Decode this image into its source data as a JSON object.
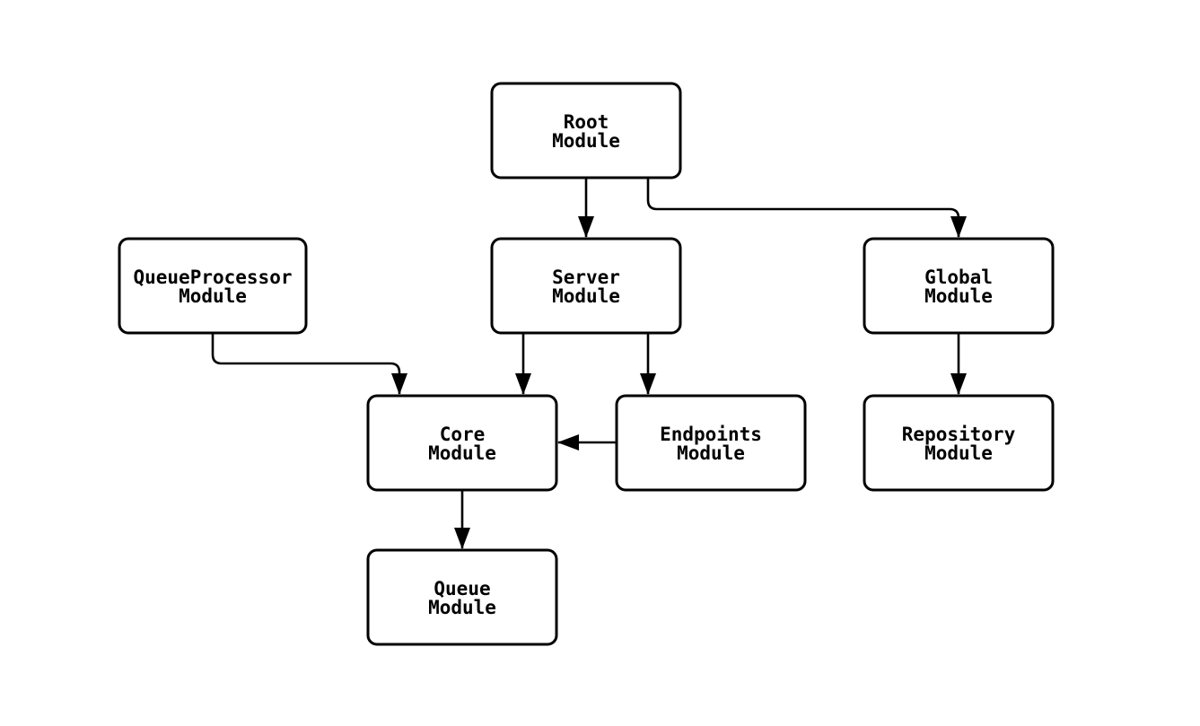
{
  "diagram": {
    "type": "flowchart",
    "direction": "top-down",
    "colors": {
      "background": "#ffffff",
      "node_fill": "#ffffff",
      "node_stroke": "#000000",
      "edge_stroke": "#000000",
      "text": "#000000"
    },
    "nodes": {
      "root": {
        "line1": "Root",
        "line2": "Module"
      },
      "queueprocessor": {
        "line1": "QueueProcessor",
        "line2": "Module"
      },
      "server": {
        "line1": "Server",
        "line2": "Module"
      },
      "global": {
        "line1": "Global",
        "line2": "Module"
      },
      "core": {
        "line1": "Core",
        "line2": "Module"
      },
      "endpoints": {
        "line1": "Endpoints",
        "line2": "Module"
      },
      "repository": {
        "line1": "Repository",
        "line2": "Module"
      },
      "queue": {
        "line1": "Queue",
        "line2": "Module"
      }
    },
    "edges": [
      {
        "from": "Root Module",
        "to": "Server Module"
      },
      {
        "from": "Root Module",
        "to": "Global Module"
      },
      {
        "from": "QueueProcessor Module",
        "to": "Core Module"
      },
      {
        "from": "Server Module",
        "to": "Core Module"
      },
      {
        "from": "Server Module",
        "to": "Endpoints Module"
      },
      {
        "from": "Endpoints Module",
        "to": "Core Module"
      },
      {
        "from": "Global Module",
        "to": "Repository Module"
      },
      {
        "from": "Core Module",
        "to": "Queue Module"
      }
    ]
  }
}
